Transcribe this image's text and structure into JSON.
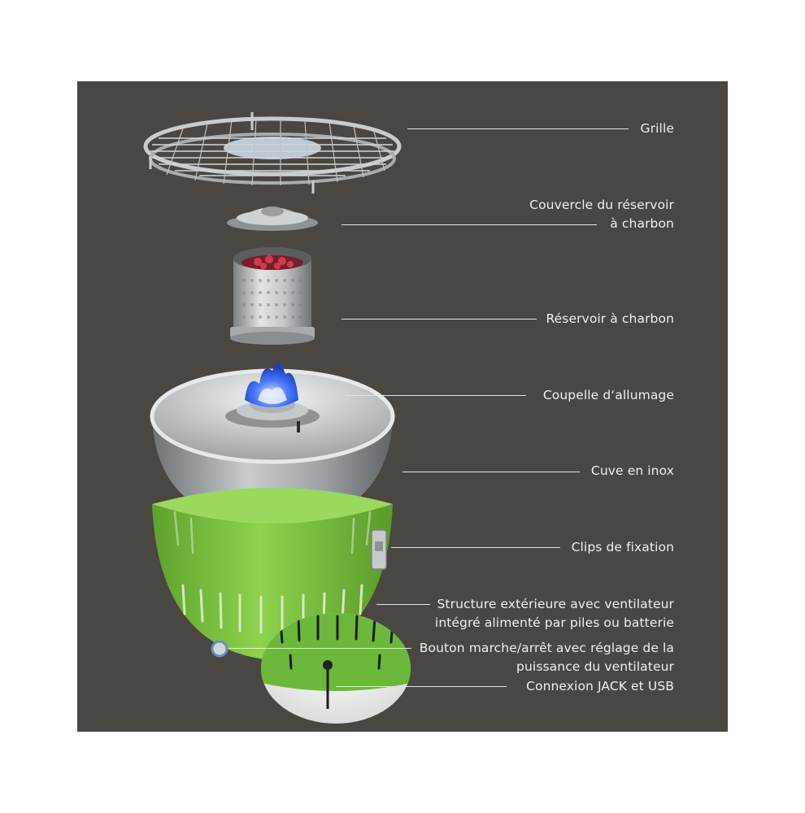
{
  "labels": {
    "grille": "Grille",
    "couvercle_1": "Couvercle du réservoir",
    "couvercle_2": "à charbon",
    "reservoir": "Réservoir à charbon",
    "coupelle": "Coupelle d‘allumage",
    "cuve": "Cuve en inox",
    "clips": "Clips de fixation",
    "structure_1": "Structure extérieure avec ventilateur",
    "structure_2": "intégré alimenté par piles ou batterie",
    "bouton_1": "Bouton marche/arrêt avec réglage de la",
    "bouton_2": "puissance du ventilateur",
    "connexion": "Connexion JACK et USB"
  },
  "colors": {
    "background": "#4a4641",
    "text": "#f2efe9",
    "body_green": "#7cc242",
    "steel": "#b9bcbe",
    "flame": "#3b6cff"
  }
}
